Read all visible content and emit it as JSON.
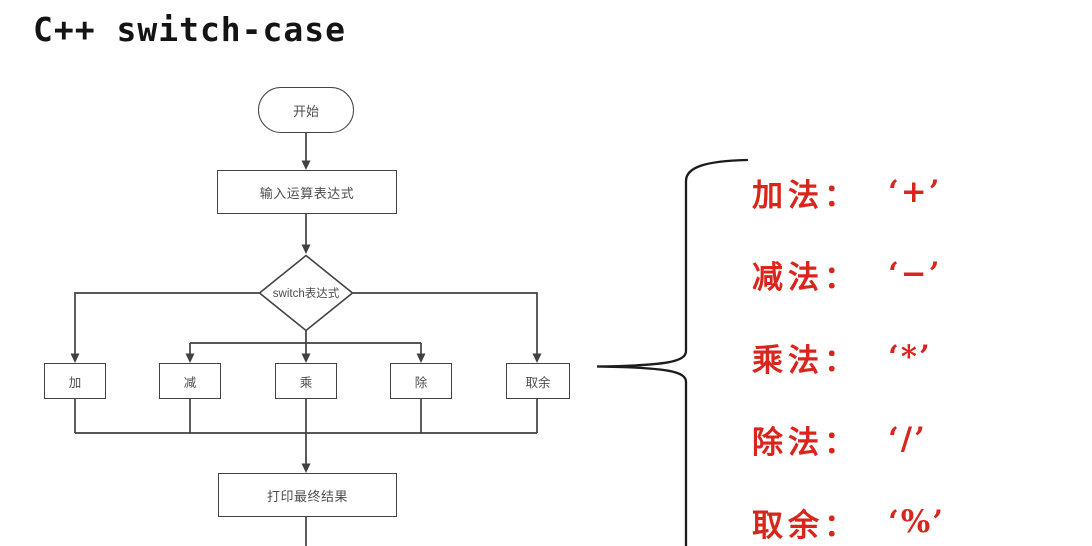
{
  "page": {
    "title": "C++ switch-case",
    "background_color": "#ffffff",
    "line_color": "#414141",
    "brace_color": "#1c1c1c"
  },
  "flowchart": {
    "start_label": "开始",
    "input_label": "输入运算表达式",
    "switch_label": "switch表达式",
    "cases": [
      "加",
      "减",
      "乘",
      "除",
      "取余"
    ],
    "result_label": "打印最终结果"
  },
  "legend": {
    "text_color": "#d9251c",
    "items": [
      {
        "label": "加法：",
        "symbol": "‘+’"
      },
      {
        "label": "减法：",
        "symbol": "‘−’"
      },
      {
        "label": "乘法：",
        "symbol": "‘*’"
      },
      {
        "label": "除法：",
        "symbol": "‘/’"
      },
      {
        "label": "取余：",
        "symbol": "‘%’"
      }
    ]
  }
}
